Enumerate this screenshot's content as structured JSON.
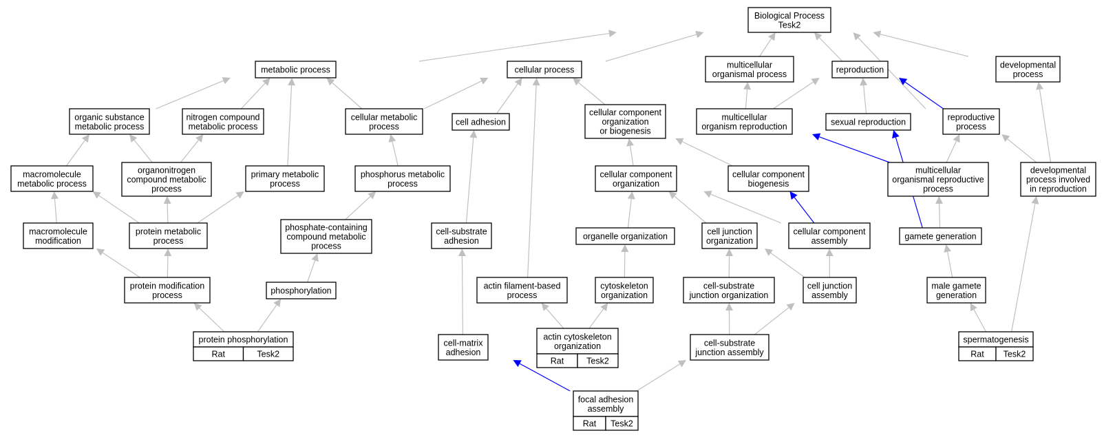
{
  "colors": {
    "edge_default": "#c0c0c0",
    "edge_highlight": "#0000ff",
    "annotation_fill": "#ffd700",
    "node_fill": "#ffffff",
    "node_border": "#000000"
  },
  "nodes": {
    "bp": {
      "lines": [
        "Biological Process",
        "Tesk2"
      ]
    },
    "mp": {
      "lines": [
        "metabolic process"
      ]
    },
    "cp": {
      "lines": [
        "cellular process"
      ]
    },
    "mop": {
      "lines": [
        "multicellular",
        "organismal process"
      ]
    },
    "rep": {
      "lines": [
        "reproduction"
      ]
    },
    "dev": {
      "lines": [
        "developmental",
        "process"
      ]
    },
    "osmp": {
      "lines": [
        "organic substance",
        "metabolic process"
      ]
    },
    "ncmp": {
      "lines": [
        "nitrogen compound",
        "metabolic process"
      ]
    },
    "cmp": {
      "lines": [
        "cellular metabolic",
        "process"
      ]
    },
    "ca": {
      "lines": [
        "cell adhesion"
      ]
    },
    "ccob": {
      "lines": [
        "cellular component",
        "organization",
        "or biogenesis"
      ]
    },
    "mor": {
      "lines": [
        "multicellular",
        "organism reproduction"
      ]
    },
    "sr": {
      "lines": [
        "sexual reproduction"
      ]
    },
    "rp": {
      "lines": [
        "reproductive",
        "process"
      ]
    },
    "mmp": {
      "lines": [
        "macromolecule",
        "metabolic process"
      ]
    },
    "ocmp": {
      "lines": [
        "organonitrogen",
        "compound metabolic",
        "process"
      ]
    },
    "pmp": {
      "lines": [
        "primary metabolic",
        "process"
      ]
    },
    "phmp": {
      "lines": [
        "phosphorus metabolic",
        "process"
      ]
    },
    "cco": {
      "lines": [
        "cellular component",
        "organization"
      ]
    },
    "ccb": {
      "lines": [
        "cellular component",
        "biogenesis"
      ]
    },
    "morp": {
      "lines": [
        "multicellular",
        "organismal reproductive",
        "process"
      ]
    },
    "dpir": {
      "lines": [
        "developmental",
        "process involved",
        "in reproduction"
      ]
    },
    "mm": {
      "lines": [
        "macromolecule",
        "modification"
      ]
    },
    "prmp": {
      "lines": [
        "protein metabolic",
        "process"
      ]
    },
    "pccmp": {
      "lines": [
        "phosphate-containing",
        "compound metabolic",
        "process"
      ]
    },
    "csa": {
      "lines": [
        "cell-substrate",
        "adhesion"
      ]
    },
    "oo": {
      "lines": [
        "organelle organization"
      ]
    },
    "cjo": {
      "lines": [
        "cell junction",
        "organization"
      ]
    },
    "cca": {
      "lines": [
        "cellular component",
        "assembly"
      ]
    },
    "gg": {
      "lines": [
        "gamete generation"
      ]
    },
    "pmod": {
      "lines": [
        "protein modification",
        "process"
      ]
    },
    "phos": {
      "lines": [
        "phosphorylation"
      ]
    },
    "afbp": {
      "lines": [
        "actin filament-based",
        "process"
      ]
    },
    "co": {
      "lines": [
        "cytoskeleton",
        "organization"
      ]
    },
    "csjo": {
      "lines": [
        "cell-substrate",
        "junction organization"
      ]
    },
    "cja": {
      "lines": [
        "cell junction",
        "assembly"
      ]
    },
    "mgg": {
      "lines": [
        "male gamete",
        "generation"
      ]
    },
    "pp": {
      "lines": [
        "protein phosphorylation"
      ],
      "annot": [
        "Rat",
        "Tesk2"
      ]
    },
    "cma": {
      "lines": [
        "cell-matrix",
        "adhesion"
      ]
    },
    "aco": {
      "lines": [
        "actin cytoskeleton",
        "organization"
      ],
      "annot": [
        "Rat",
        "Tesk2"
      ]
    },
    "csja": {
      "lines": [
        "cell-substrate",
        "junction assembly"
      ]
    },
    "sp": {
      "lines": [
        "spermatogenesis"
      ],
      "annot": [
        "Rat",
        "Tesk2"
      ]
    },
    "faa": {
      "lines": [
        "focal adhesion",
        "assembly"
      ],
      "annot": [
        "Rat",
        "Tesk2"
      ]
    }
  },
  "edges": [
    {
      "from": "mp",
      "to": "bp"
    },
    {
      "from": "cp",
      "to": "bp"
    },
    {
      "from": "mop",
      "to": "bp"
    },
    {
      "from": "rep",
      "to": "bp"
    },
    {
      "from": "dev",
      "to": "bp"
    },
    {
      "from": "rp",
      "to": "bp"
    },
    {
      "from": "osmp",
      "to": "mp"
    },
    {
      "from": "ncmp",
      "to": "mp"
    },
    {
      "from": "cmp",
      "to": "mp"
    },
    {
      "from": "pmp",
      "to": "mp"
    },
    {
      "from": "cmp",
      "to": "cp"
    },
    {
      "from": "ca",
      "to": "cp"
    },
    {
      "from": "ccob",
      "to": "cp"
    },
    {
      "from": "afbp",
      "to": "cp"
    },
    {
      "from": "mor",
      "to": "mop"
    },
    {
      "from": "mor",
      "to": "rep"
    },
    {
      "from": "sr",
      "to": "rep"
    },
    {
      "from": "rp",
      "to": "rep",
      "hl": true
    },
    {
      "from": "mmp",
      "to": "osmp"
    },
    {
      "from": "ocmp",
      "to": "osmp"
    },
    {
      "from": "ocmp",
      "to": "ncmp"
    },
    {
      "from": "phmp",
      "to": "cmp"
    },
    {
      "from": "csa",
      "to": "ca"
    },
    {
      "from": "cco",
      "to": "ccob"
    },
    {
      "from": "ccb",
      "to": "ccob"
    },
    {
      "from": "morp",
      "to": "mor",
      "hl": true
    },
    {
      "from": "morp",
      "to": "rp"
    },
    {
      "from": "dpir",
      "to": "rp"
    },
    {
      "from": "dpir",
      "to": "dev"
    },
    {
      "from": "gg",
      "to": "sr",
      "hl": true
    },
    {
      "from": "mm",
      "to": "mmp"
    },
    {
      "from": "prmp",
      "to": "mmp"
    },
    {
      "from": "prmp",
      "to": "ocmp"
    },
    {
      "from": "prmp",
      "to": "pmp"
    },
    {
      "from": "pccmp",
      "to": "phmp"
    },
    {
      "from": "oo",
      "to": "cco"
    },
    {
      "from": "cjo",
      "to": "cco"
    },
    {
      "from": "cca",
      "to": "cco"
    },
    {
      "from": "cca",
      "to": "ccb",
      "hl": true
    },
    {
      "from": "gg",
      "to": "morp"
    },
    {
      "from": "pmod",
      "to": "mm"
    },
    {
      "from": "pmod",
      "to": "prmp"
    },
    {
      "from": "phos",
      "to": "pccmp"
    },
    {
      "from": "co",
      "to": "oo"
    },
    {
      "from": "csjo",
      "to": "cjo"
    },
    {
      "from": "cja",
      "to": "cjo"
    },
    {
      "from": "cja",
      "to": "cca"
    },
    {
      "from": "mgg",
      "to": "gg"
    },
    {
      "from": "pp",
      "to": "pmod"
    },
    {
      "from": "pp",
      "to": "phos"
    },
    {
      "from": "cma",
      "to": "csa"
    },
    {
      "from": "aco",
      "to": "afbp"
    },
    {
      "from": "aco",
      "to": "co"
    },
    {
      "from": "csja",
      "to": "csjo"
    },
    {
      "from": "csja",
      "to": "cja"
    },
    {
      "from": "sp",
      "to": "mgg"
    },
    {
      "from": "sp",
      "to": "dpir"
    },
    {
      "from": "faa",
      "to": "cma",
      "hl": true
    },
    {
      "from": "faa",
      "to": "csja"
    }
  ]
}
